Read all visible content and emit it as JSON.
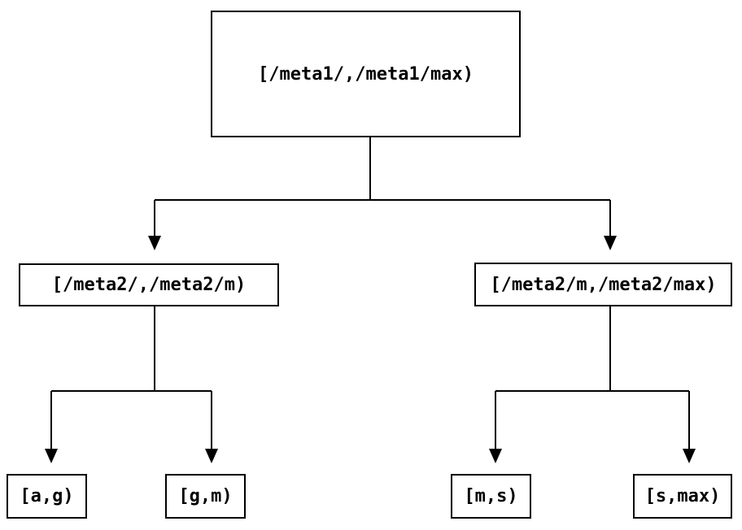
{
  "diagram": {
    "type": "tree",
    "description": "binary range-partition tree",
    "nodes": {
      "root": {
        "label": "[/meta1/,/meta1/max)"
      },
      "meta2_left": {
        "label": "[/meta2/,/meta2/m)"
      },
      "meta2_right": {
        "label": "[/meta2/m,/meta2/max)"
      },
      "leaf_a_g": {
        "label": "[a,g)"
      },
      "leaf_g_m": {
        "label": "[g,m)"
      },
      "leaf_m_s": {
        "label": "[m,s)"
      },
      "leaf_s_max": {
        "label": "[s,max)"
      }
    },
    "edges": [
      [
        "root",
        "meta2_left"
      ],
      [
        "root",
        "meta2_right"
      ],
      [
        "meta2_left",
        "leaf_a_g"
      ],
      [
        "meta2_left",
        "leaf_g_m"
      ],
      [
        "meta2_right",
        "leaf_m_s"
      ],
      [
        "meta2_right",
        "leaf_s_max"
      ]
    ],
    "colors": {
      "line": "#000000",
      "text": "#000000",
      "background": "#ffffff"
    }
  }
}
